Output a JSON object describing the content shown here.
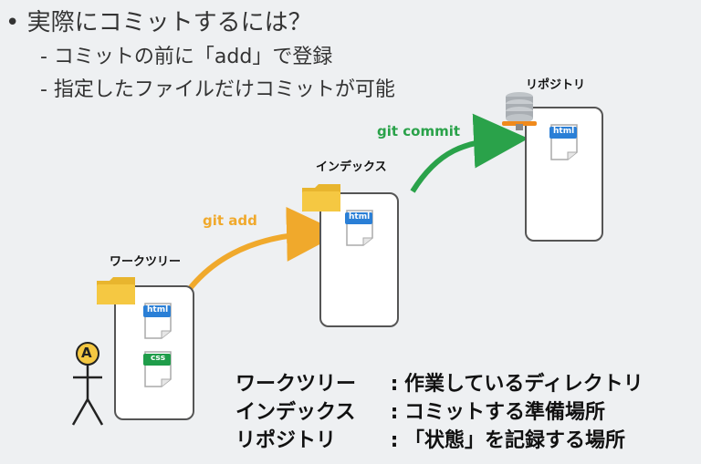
{
  "header": {
    "bullet": "•",
    "title": "実際にコミットするには？",
    "sub1": "- コミットの前に「add」で登録",
    "sub2": "- 指定したファイルだけコミットが可能"
  },
  "stages": {
    "worktree": "ワークツリー",
    "index": "インデックス",
    "repository": "リポジトリ"
  },
  "commands": {
    "add": "git add",
    "commit": "git commit"
  },
  "files": {
    "html": "html",
    "css": "css"
  },
  "person": {
    "badge": "A"
  },
  "legend": [
    {
      "term": "ワークツリー",
      "colon": ":",
      "desc": "作業しているディレクトリ"
    },
    {
      "term": "インデックス",
      "colon": ":",
      "desc": "コミットする準備場所"
    },
    {
      "term": "リポジトリ",
      "colon": ":",
      "desc": "「状態」を記録する場所"
    }
  ],
  "colors": {
    "add_arrow": "#f0a92c",
    "commit_arrow": "#2aa24a",
    "html_tag": "#2a7fd6",
    "css_tag": "#1f9d4a",
    "folder": "#f5c842"
  }
}
